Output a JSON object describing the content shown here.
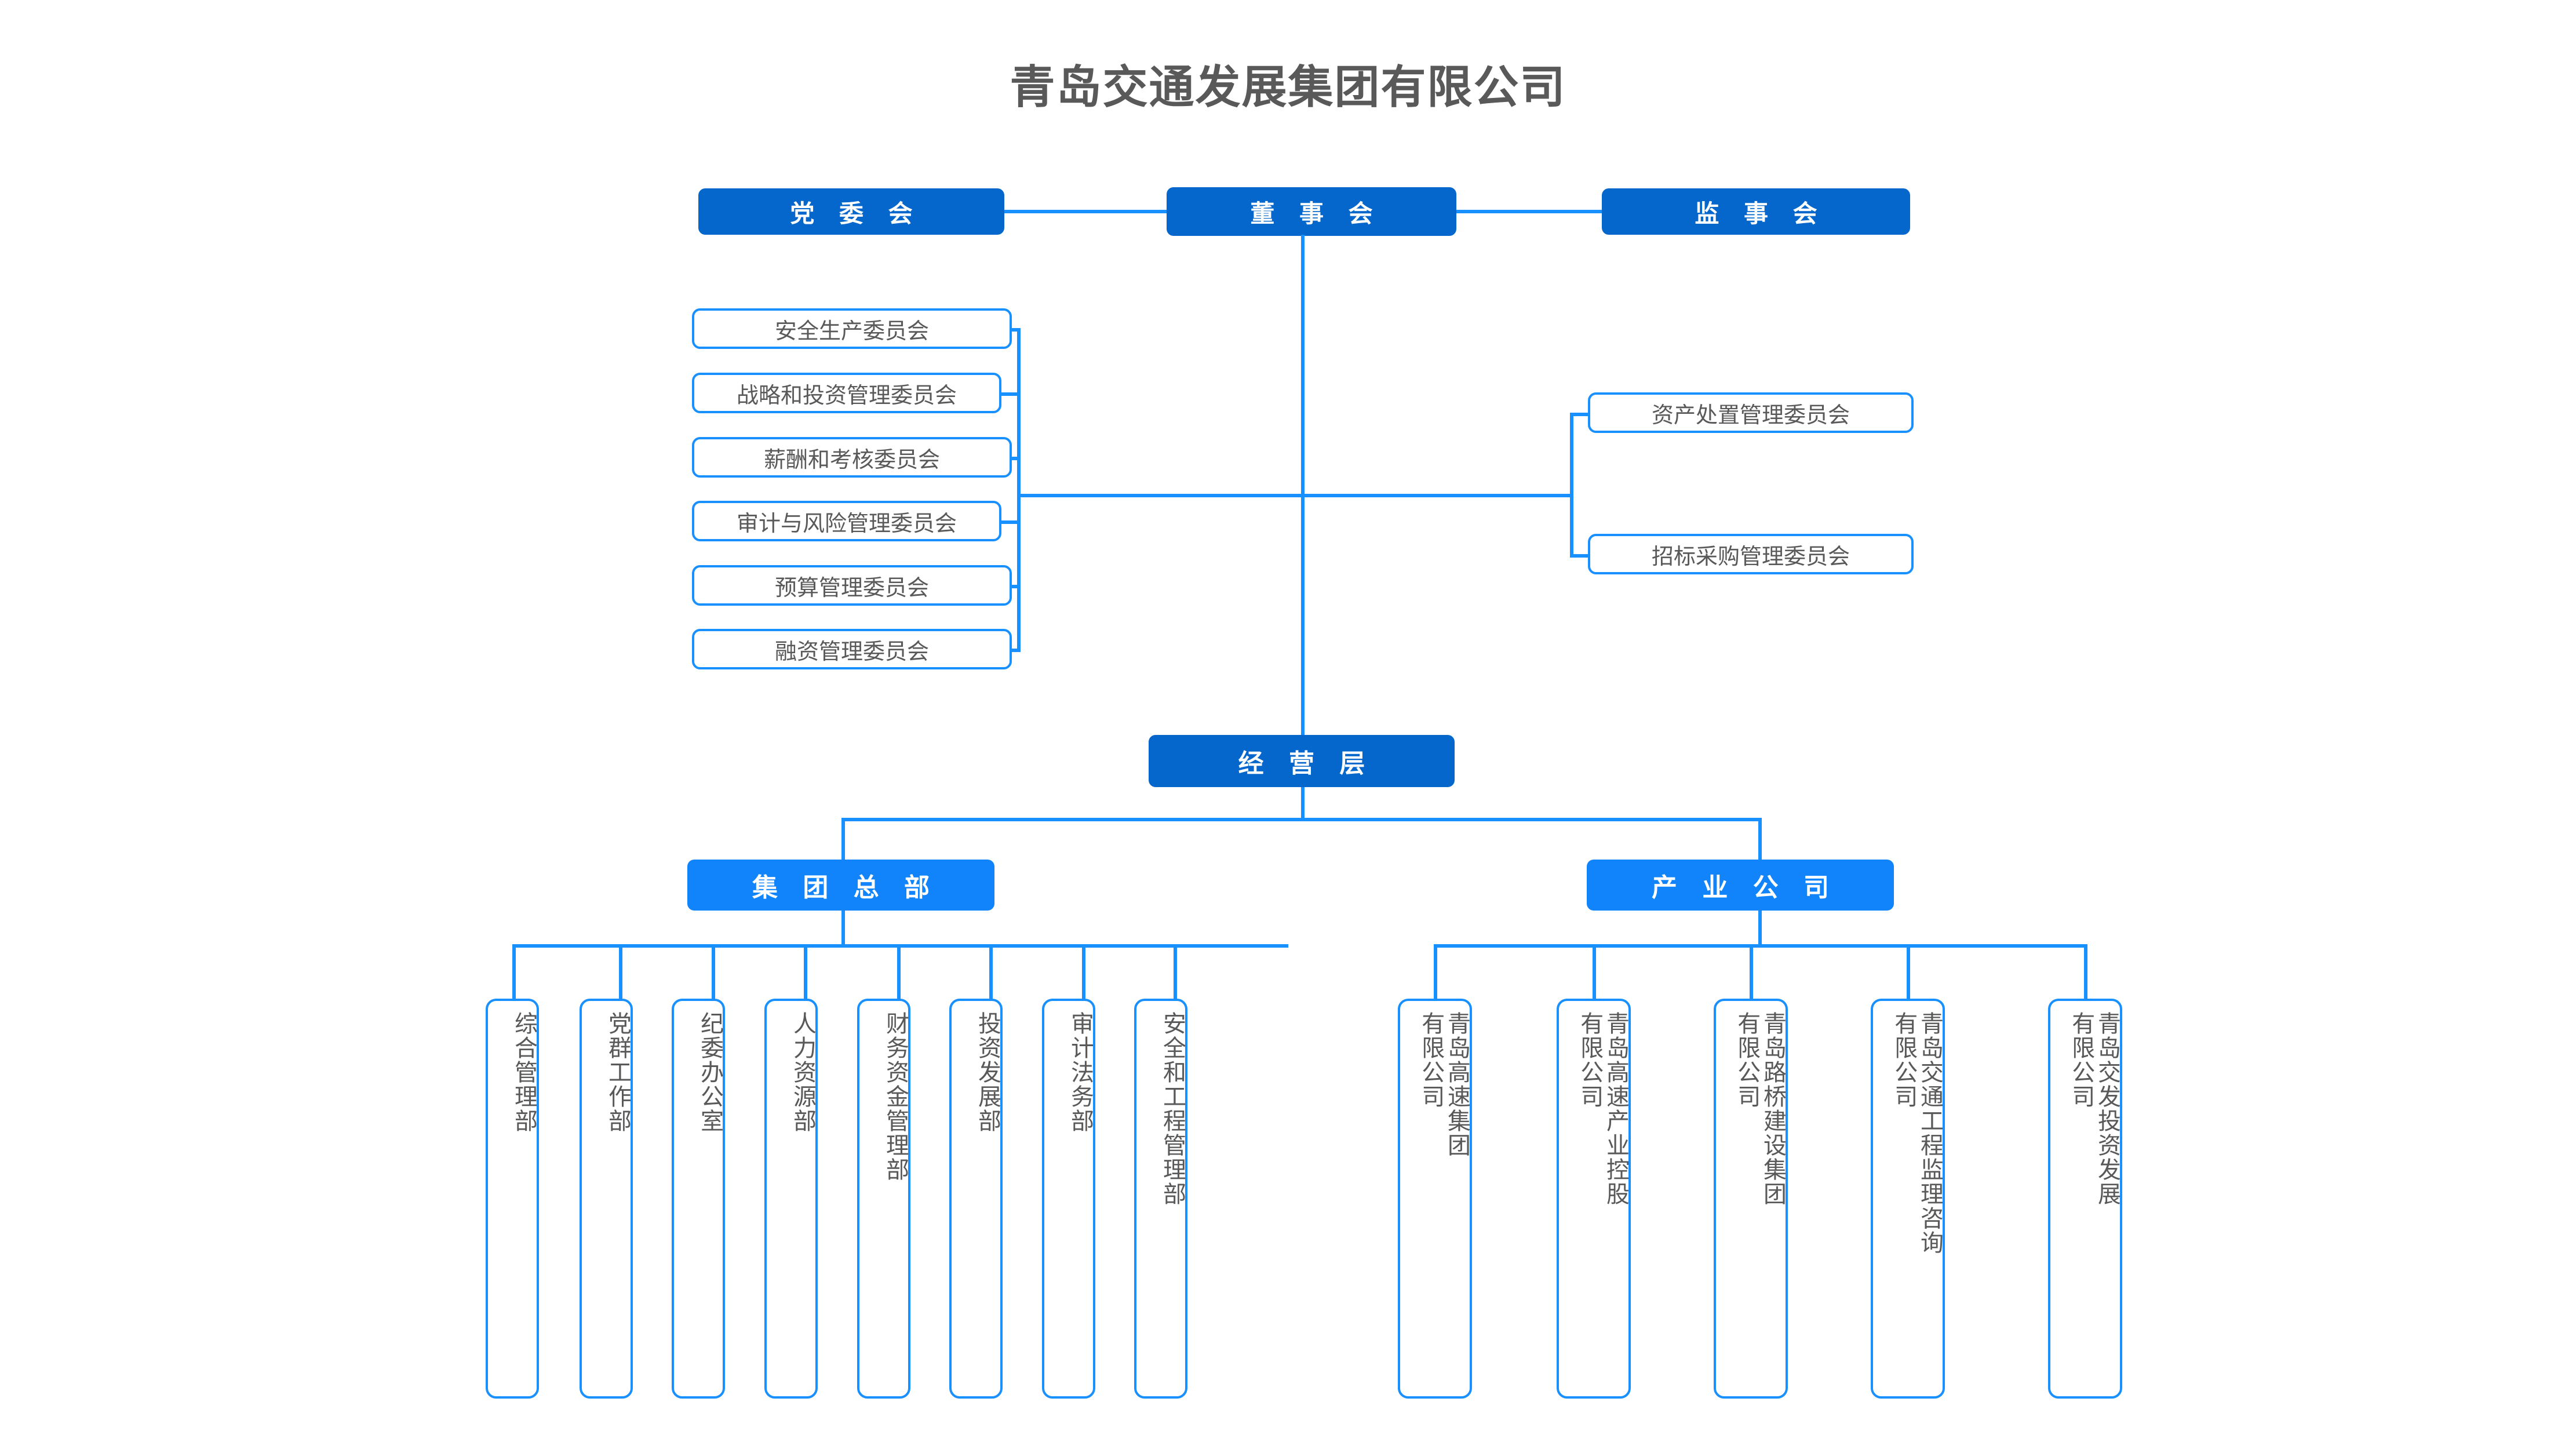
{
  "title": "青岛交通发展集团有限公司",
  "colors": {
    "line": "#1890FF",
    "node_dark": "#0567CB",
    "node_light": "#1184FB",
    "text_gray": "#595959",
    "background": "#FFFFFF"
  },
  "governance_row": {
    "party": "党 委 会",
    "board": "董 事 会",
    "supervisory": "监 事 会"
  },
  "left_committees": [
    "安全生产委员会",
    "战略和投资管理委员会",
    "薪酬和考核委员会",
    "审计与风险管理委员会",
    "预算管理委员会",
    "融资管理委员会"
  ],
  "right_committees": [
    "资产处置管理委员会",
    "招标采购管理委员会"
  ],
  "management": {
    "label": "经 营 层"
  },
  "branches": {
    "headquarters": "集 团 总 部",
    "industry": "产 业 公 司"
  },
  "departments": [
    {
      "line1": "综合管理部",
      "line2": ""
    },
    {
      "line1": "党群工作部",
      "line2": ""
    },
    {
      "line1": "纪委办公室",
      "line2": ""
    },
    {
      "line1": "人力资源部",
      "line2": ""
    },
    {
      "line1": "财务资金管理部",
      "line2": ""
    },
    {
      "line1": "投资发展部",
      "line2": ""
    },
    {
      "line1": "审计法务部",
      "line2": ""
    },
    {
      "line1": "安全和工程管理部",
      "line2": ""
    }
  ],
  "companies": [
    {
      "line1": "青岛高速集团",
      "line2": "有限公司"
    },
    {
      "line1": "青岛高速产业控股",
      "line2": "有限公司"
    },
    {
      "line1": "青岛路桥建设集团",
      "line2": "有限公司"
    },
    {
      "line1": "青岛交通工程监理咨询",
      "line2": "有限公司"
    },
    {
      "line1": "青岛交发投资发展",
      "line2": "有限公司"
    }
  ]
}
